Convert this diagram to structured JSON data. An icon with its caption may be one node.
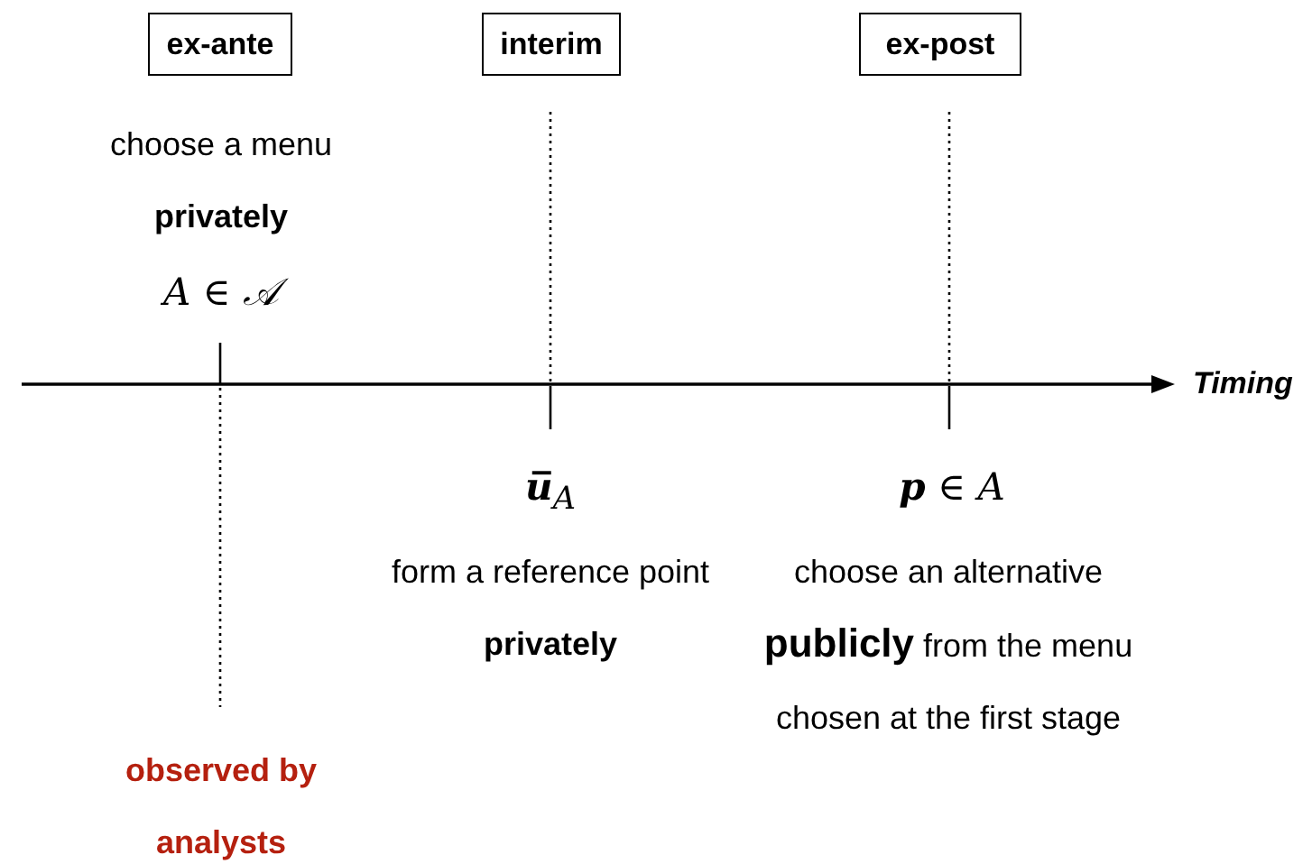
{
  "diagram": {
    "nodes": [
      {
        "text": [
          "ex-ante"
        ]
      },
      {
        "text": [
          "interim"
        ]
      },
      {
        "text": [
          "ex-post"
        ]
      }
    ],
    "labels": [
      "choose a menu **privately**",
      "A ∈ 𝒜",
      "Timing",
      "**u̅**$_{A}$",
      "**p** ∈ A",
      "form a reference point **privately**",
      "choose an alternative **publicly** from the menu chosen at the first stage",
      "observed by analysts"
    ]
  }
}
